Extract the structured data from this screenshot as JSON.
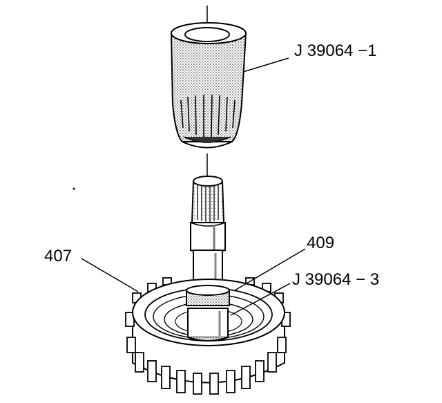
{
  "figure": {
    "labels": {
      "tool_top": "J 39064 −1",
      "tool_bottom": "J 39064 − 3",
      "part_409": "409",
      "part_407": "407"
    },
    "colors": {
      "ink": "#000000",
      "background": "#ffffff",
      "shading": "#8a8a8a"
    }
  }
}
